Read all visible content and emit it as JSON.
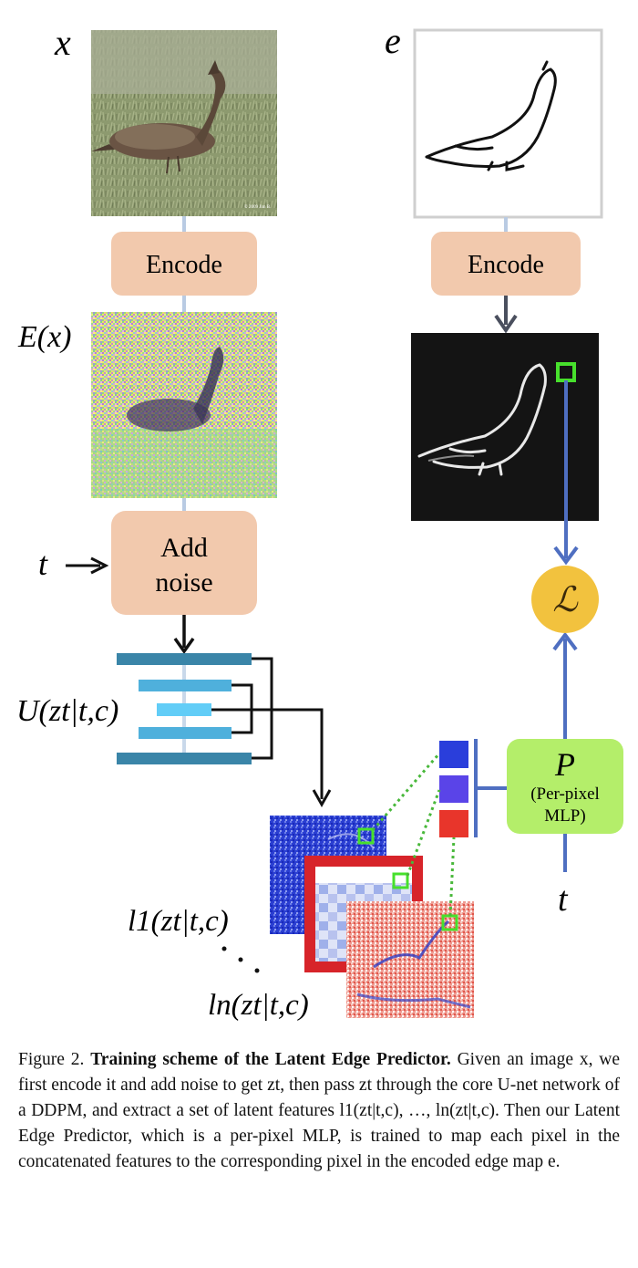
{
  "labels": {
    "x": "x",
    "e": "e",
    "Ex": "E(x)",
    "t_in": "t",
    "U": "U(zt|t,c)",
    "l1": "l1(zt|t,c)",
    "ln": "ln(zt|t,c)",
    "t_out": "t",
    "loss": "ℒ",
    "P": "P"
  },
  "boxes": {
    "encode_left": "Encode",
    "encode_right": "Encode",
    "add_noise_line1": "Add",
    "add_noise_line2": "noise",
    "mlp_line1": "(Per-pixel",
    "mlp_line2": "MLP)"
  },
  "image_credit": "© 2009 Jim B.",
  "caption": {
    "prefix": "Figure 2.",
    "bold": "Training scheme of the Latent Edge Predictor.",
    "text": "Given an image x, we first encode it and add noise to get zt, then pass zt through the core U-net network of a DDPM, and extract a set of latent features l1(zt|t,c), …, ln(zt|t,c). Then our Latent Edge Predictor, which is a per-pixel MLP, is trained to map each pixel in the concatenated features to the corresponding pixel in the encoded edge map e."
  },
  "colors": {
    "box_fill": "#f2c9ad",
    "mlp_fill": "#b4ee6a",
    "loss_fill": "#f2c23e",
    "unet_dark": "#3a85a8",
    "unet_mid": "#4fb0dc",
    "unet_light": "#62cdf7",
    "arrow_blue": "#4f6fc1",
    "connector": "#b9cbe3",
    "green_marker": "#47e02c"
  }
}
